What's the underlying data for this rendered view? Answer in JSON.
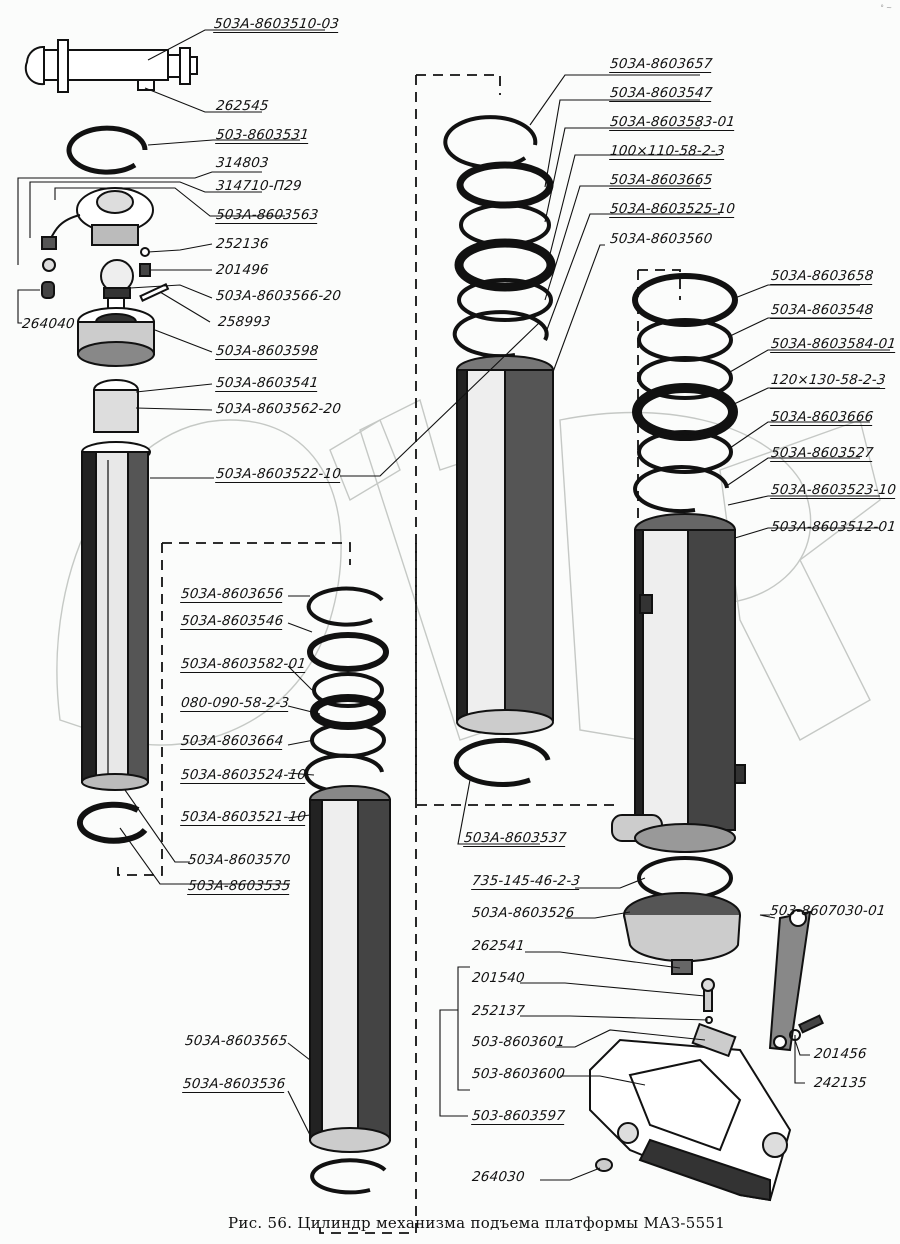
{
  "caption": "Рис. 56. Цилиндр механизма подъема платформы МАЗ-5551",
  "watermark": "OPEX",
  "corner_mark": "° ~",
  "colors": {
    "ink": "#111111",
    "paper": "#fbfcfb",
    "watermark": "#b8bcb8"
  },
  "groups": {
    "top_head": [
      "503А-8603510-03",
      "262545",
      "503-8603531",
      "314803",
      "314710-П29",
      "503А-8603563",
      "252136",
      "201496",
      "503А-8603566-20",
      "264040",
      "258993",
      "503А-8603598",
      "503А-8603541",
      "503А-8603562-20"
    ],
    "outer_stage_left": [
      "503А-8603522-10",
      "503А-8603570",
      "503А-8603535"
    ],
    "inner_stage_seals": [
      "503А-8603656",
      "503А-8603546",
      "503А-8603582-01",
      "080-090-58-2-3",
      "503А-8603664",
      "503А-8603524-10",
      "503А-8603521-10",
      "503А-8603565",
      "503А-8603536"
    ],
    "middle_stage_seals": [
      "503А-8603657",
      "503А-8603547",
      "503А-8603583-01",
      "100×110-58-2-3",
      "503А-8603665",
      "503А-8603525-10",
      "503А-8603560",
      "503А-8603537"
    ],
    "outer_stage_seals": [
      "503А-8603658",
      "503А-8603548",
      "503А-8603584-01",
      "120×130-58-2-3",
      "503А-8603666",
      "503А-8603527",
      "503А-8603523-10",
      "503А-8603512-01"
    ],
    "bottom_mount": [
      "735-145-46-2-3",
      "503А-8603526",
      "503-8607030-01",
      "262541",
      "201540",
      "252137",
      "503-8603601",
      "201456",
      "503-8603600",
      "242135",
      "503-8603597",
      "264030"
    ]
  },
  "labels": {
    "l01": "503А-8603510-03",
    "l02": "262545",
    "l03": "503-8603531",
    "l04": "314803",
    "l05": "314710-П29",
    "l06": "503А-8603563",
    "l07": "252136",
    "l08": "201496",
    "l09": "503А-8603566-20",
    "l10": "264040",
    "l11": "258993",
    "l12": "503А-8603598",
    "l13": "503А-8603541",
    "l14": "503А-8603562-20",
    "l15": "503А-8603522-10",
    "l16": "503А-8603570",
    "l17": "503А-8603535",
    "l18": "503А-8603656",
    "l19": "503А-8603546",
    "l20": "503А-8603582-01",
    "l21": "080-090-58-2-3",
    "l22": "503А-8603664",
    "l23": "503А-8603524-10",
    "l24": "503А-8603521-10",
    "l25": "503А-8603565",
    "l26": "503А-8603536",
    "l27": "503А-8603657",
    "l28": "503А-8603547",
    "l29": "503А-8603583-01",
    "l30": "100×110-58-2-3",
    "l31": "503А-8603665",
    "l32": "503А-8603525-10",
    "l33": "503А-8603560",
    "l34": "503А-8603537",
    "l35": "503А-8603658",
    "l36": "503А-8603548",
    "l37": "503А-8603584-01",
    "l38": "120×130-58-2-3",
    "l39": "503А-8603666",
    "l40": "503А-8603527",
    "l41": "503А-8603523-10",
    "l42": "503А-8603512-01",
    "l43": "735-145-46-2-3",
    "l44": "503А-8603526",
    "l45": "503-8607030-01",
    "l46": "262541",
    "l47": "201540",
    "l48": "252137",
    "l49": "503-8603601",
    "l50": "201456",
    "l51": "503-8603600",
    "l52": "242135",
    "l53": "503-8603597",
    "l54": "264030"
  }
}
